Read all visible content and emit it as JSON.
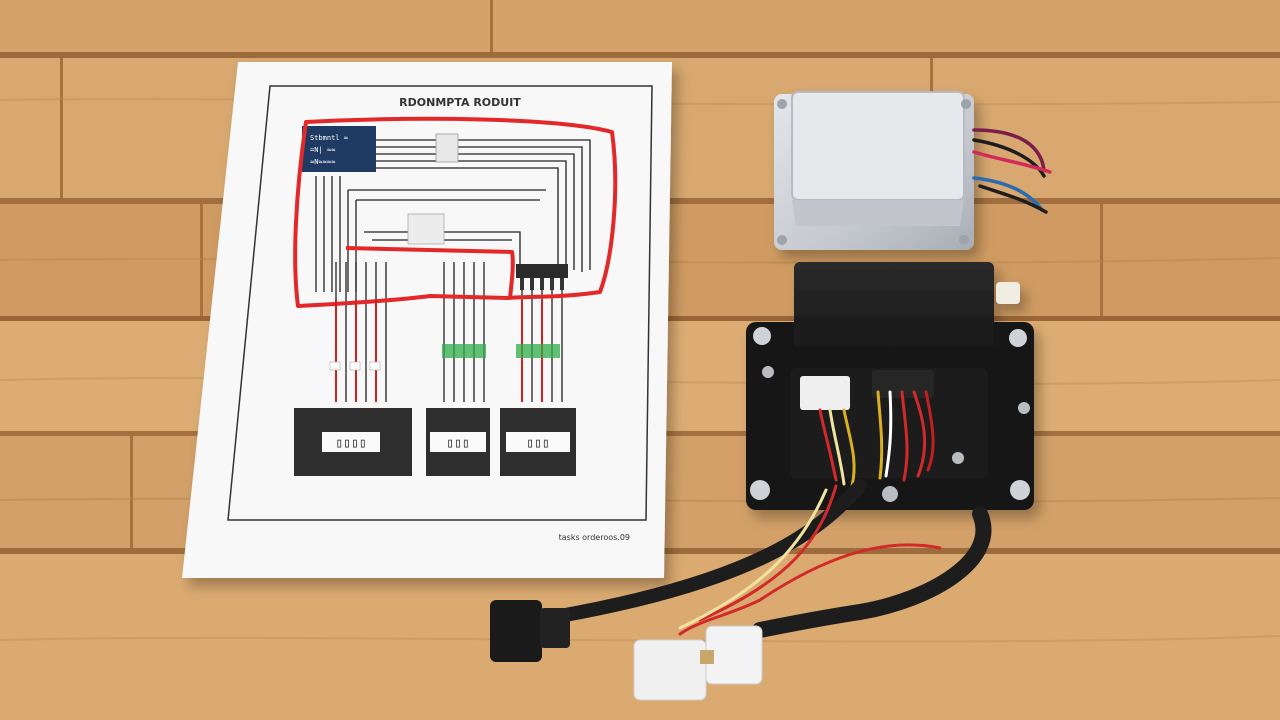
{
  "diagram_sheet": {
    "title": "RDONMPTA RODUIT",
    "footer": "tasks orderoos.09",
    "legend_box": {
      "lines": [
        "Stbmntl ≈",
        "=N| ≈≈",
        "≈N≈≈≈≈"
      ]
    },
    "terminal_blocks": [
      {
        "label": "▯▯▯▯"
      },
      {
        "label": "▯▯▯"
      },
      {
        "label": "▯▯▯"
      }
    ]
  },
  "colors": {
    "wood_light": "#d9a66c",
    "wood_dark": "#b77a45",
    "paper": "#f7f7f7",
    "red_trace": "#e22828",
    "wire_black": "#1d1d1d",
    "module_black": "#1a1a1a",
    "module_silver": "#c9cdd3",
    "connector_white": "#f1f1f1"
  },
  "objects": {
    "silver_module": "aluminum control box with wires",
    "black_module": "black relay module on mounting plate",
    "harness": "wiring harness with connectors"
  }
}
